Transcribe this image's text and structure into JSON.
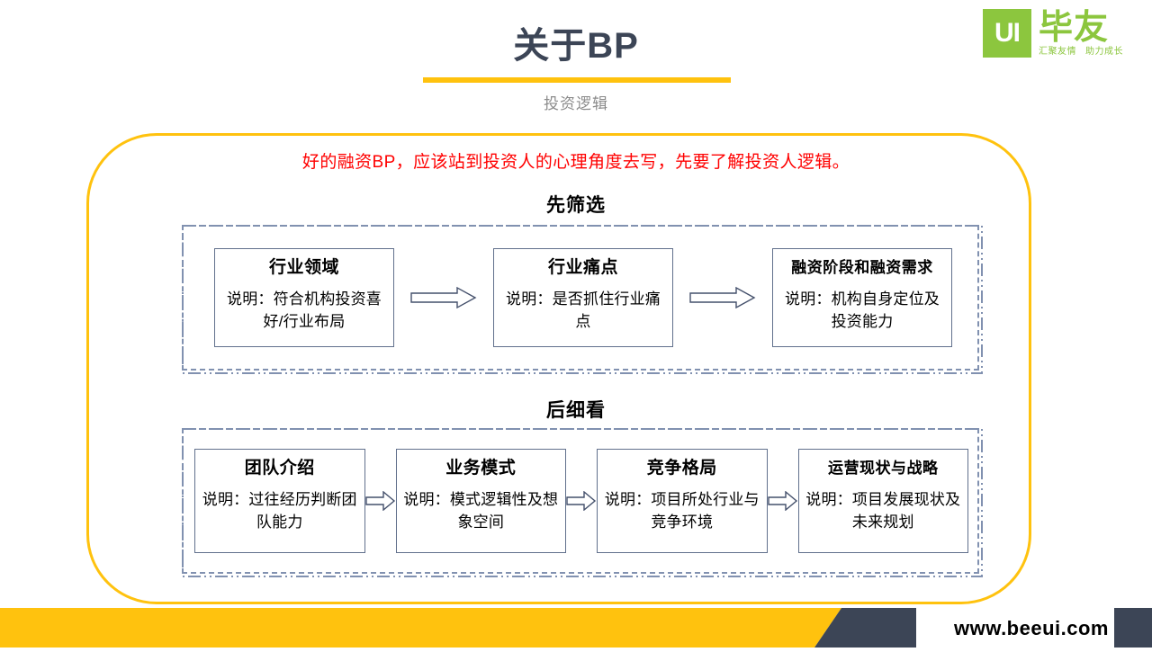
{
  "brand": {
    "logo_mark": "UI",
    "logo_word": "毕友",
    "tagline_left": "汇聚友情",
    "tagline_right": "助力成长",
    "logo_color": "#8cc63e"
  },
  "header": {
    "title": "关于BP",
    "subtitle": "投资逻辑",
    "title_color": "#3c4556",
    "rule_color": "#ffc20e"
  },
  "body": {
    "highlight": "好的融资BP，应该站到投资人的心理角度去写，先要了解投资人逻辑。",
    "highlight_color": "#ff0000",
    "card_border_color": "#ffc20e",
    "group_border_color": "#8191b0",
    "box_border_color": "#61708c"
  },
  "sections": [
    {
      "heading": "先筛选",
      "cards": [
        {
          "title": "行业领域",
          "desc": "说明：符合机构投资喜好/行业布局"
        },
        {
          "title": "行业痛点",
          "desc": "说明：是否抓住行业痛点"
        },
        {
          "title": "融资阶段和融资需求",
          "desc": "说明：机构自身定位及投资能力"
        }
      ]
    },
    {
      "heading": "后细看",
      "cards": [
        {
          "title": "团队介绍",
          "desc": "说明：过往经历判断团队能力"
        },
        {
          "title": "业务模式",
          "desc": "说明：模式逻辑性及想象空间"
        },
        {
          "title": "竞争格局",
          "desc": "说明：项目所处行业与竞争环境"
        },
        {
          "title": "运营现状与战略",
          "desc": "说明：项目发展现状及未来规划"
        }
      ]
    }
  ],
  "footer": {
    "url": "www.beeui.com",
    "bar_yellow": "#ffc20e",
    "bar_navy": "#3c4556"
  }
}
